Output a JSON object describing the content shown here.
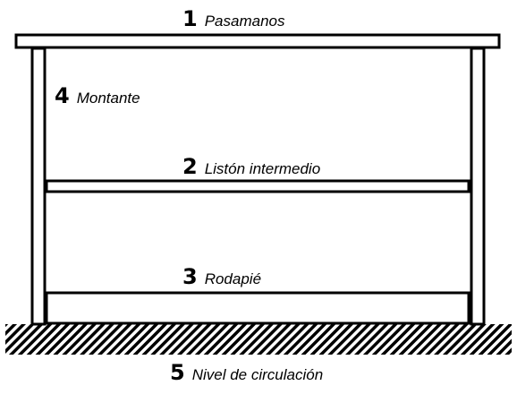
{
  "diagram": {
    "labels": [
      {
        "number": "1",
        "text": "Pasamanos"
      },
      {
        "number": "2",
        "text": "Listón intermedio"
      },
      {
        "number": "3",
        "text": "Rodapié"
      },
      {
        "number": "4",
        "text": "Montante"
      },
      {
        "number": "5",
        "text": "Nivel de circulación"
      }
    ]
  },
  "colors": {
    "stroke": "#000000",
    "fill": "#ffffff"
  }
}
